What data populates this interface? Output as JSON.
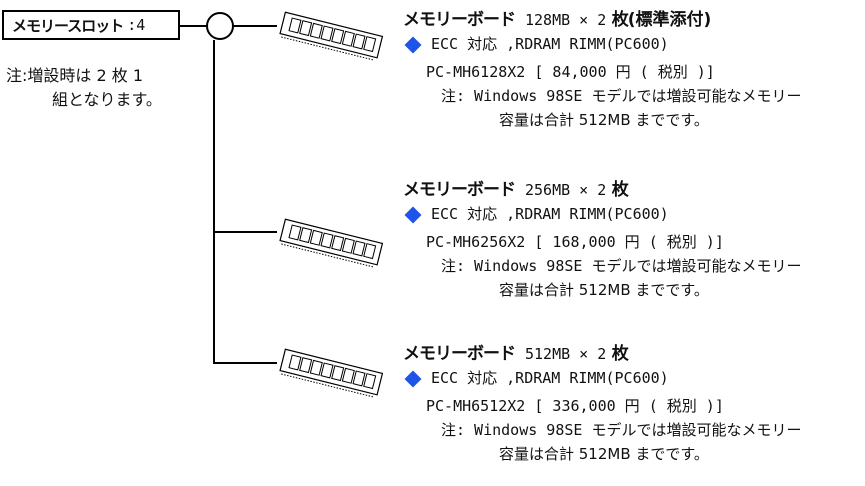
{
  "slot": {
    "label": "メモリースロット",
    "value": ":4"
  },
  "note": {
    "line1": "注:増設時は 2 枚 1",
    "line2": "組となります。"
  },
  "icons": {
    "module": "memory-module-icon",
    "bullet": "blue-diamond-icon"
  },
  "colors": {
    "bullet": "#1e55e6"
  },
  "boards": [
    {
      "title": "メモリーボード",
      "spec": "128MB × 2",
      "count": "枚",
      "suffix": "(標準添付)",
      "feature": "ECC 対応 ,RDRAM RIMM(PC600)",
      "part": "PC-MH6128X2 [ 84,000 円 ( 税別 )]",
      "note1": "注: Windows 98SE モデルでは増設可能なメモリー",
      "note2": "容量は合計 512MB までです。"
    },
    {
      "title": "メモリーボード",
      "spec": "256MB × 2",
      "count": "枚",
      "suffix": "",
      "feature": "ECC 対応 ,RDRAM RIMM(PC600)",
      "part": "PC-MH6256X2 [ 168,000 円 ( 税別 )]",
      "note1": "注: Windows 98SE モデルでは増設可能なメモリー",
      "note2": "容量は合計 512MB までです。"
    },
    {
      "title": "メモリーボード",
      "spec": "512MB × 2",
      "count": "枚",
      "suffix": "",
      "feature": "ECC 対応 ,RDRAM RIMM(PC600)",
      "part": "PC-MH6512X2 [ 336,000 円 ( 税別 )]",
      "note1": "注: Windows 98SE モデルでは増設可能なメモリー",
      "note2": "容量は合計 512MB までです。"
    }
  ]
}
